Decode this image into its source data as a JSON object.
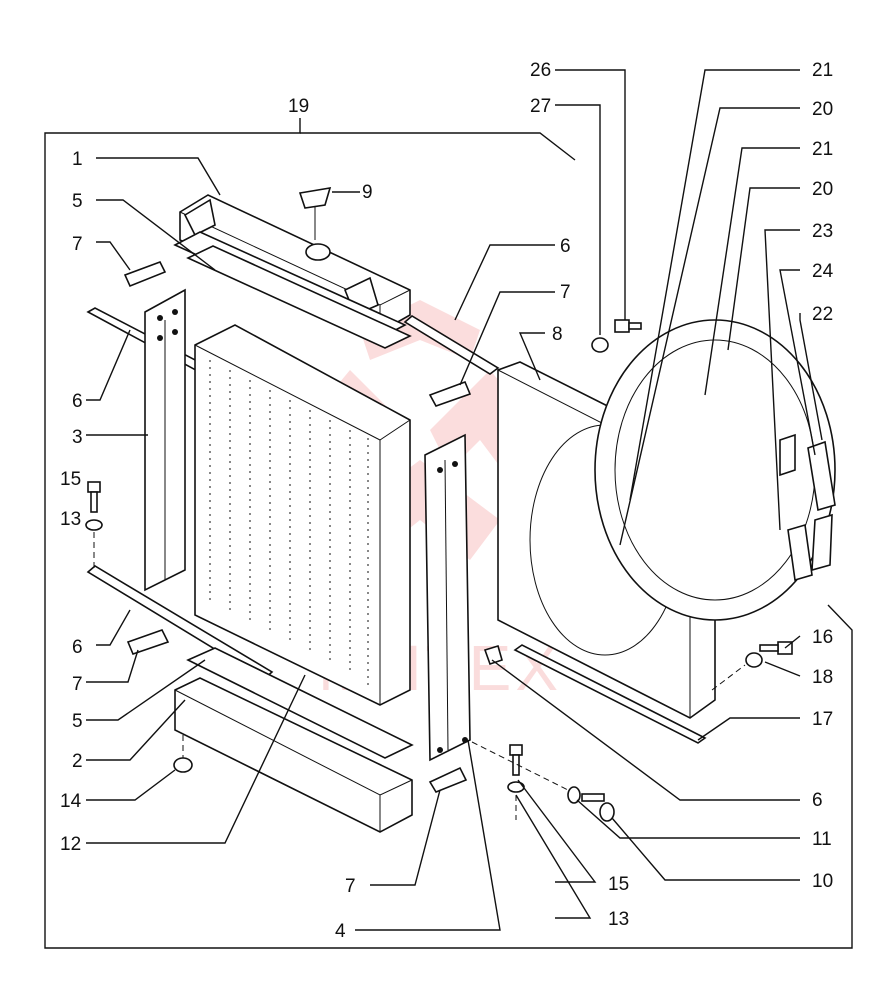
{
  "diagram": {
    "watermark_text": "МНТЕХ",
    "callouts": {
      "c19": "19",
      "c1": "1",
      "c9": "9",
      "c5a": "5",
      "c7a": "7",
      "c6a": "6",
      "c3": "3",
      "c15a": "15",
      "c13a": "13",
      "c6b": "6",
      "c7b": "7",
      "c5b": "5",
      "c2": "2",
      "c14": "14",
      "c12": "12",
      "c26": "26",
      "c27": "27",
      "c21a": "21",
      "c20a": "20",
      "c21b": "21",
      "c20b": "20",
      "c23": "23",
      "c24": "24",
      "c22": "22",
      "c6c": "6",
      "c7c": "7",
      "c8": "8",
      "c16": "16",
      "c18": "18",
      "c17": "17",
      "c6d": "6",
      "c11": "11",
      "c10": "10",
      "c15b": "15",
      "c13b": "13",
      "c7d": "7",
      "c4": "4"
    }
  }
}
